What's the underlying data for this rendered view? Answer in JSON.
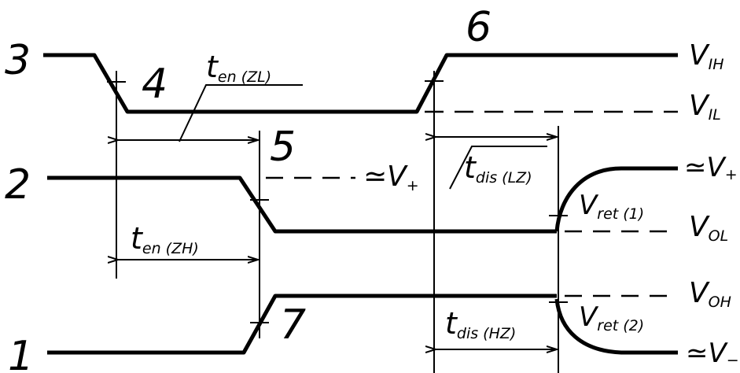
{
  "signal_numbers": {
    "n1": "1",
    "n2": "2",
    "n3": "3",
    "n4": "4",
    "n5": "5",
    "n6": "6",
    "n7": "7"
  },
  "level_labels": {
    "vih": {
      "main": "V",
      "sub": "IH"
    },
    "vil": {
      "main": "V",
      "sub": "IL"
    },
    "vplus_right": {
      "main": "≃V",
      "sub": "+"
    },
    "vol": {
      "main": "V",
      "sub": "OL"
    },
    "voh": {
      "main": "V",
      "sub": "OH"
    },
    "vminus_right": {
      "main": "≃V",
      "sub": "−"
    },
    "vplus_mid": {
      "main": "≃V",
      "sub": "+"
    }
  },
  "timing_labels": {
    "ten_zl": {
      "main": "t",
      "sub": "en (ZL)"
    },
    "ten_zh": {
      "main": "t",
      "sub": "en (ZH)"
    },
    "tdis_lz": {
      "main": "t",
      "sub": "dis (LZ)"
    },
    "tdis_hz": {
      "main": "t",
      "sub": "dis (HZ)"
    },
    "vret1": {
      "main": "V",
      "sub": "ret (1)"
    },
    "vret2": {
      "main": "V",
      "sub": "ret (2)"
    }
  }
}
